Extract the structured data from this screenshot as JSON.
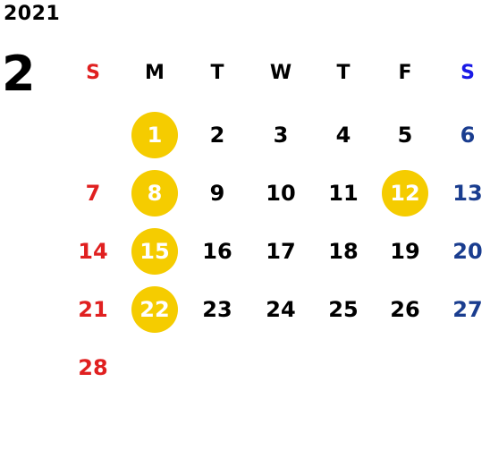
{
  "year": "2021",
  "month": "2",
  "weekday_headers": [
    "S",
    "M",
    "T",
    "W",
    "T",
    "F",
    "S"
  ],
  "weeks": [
    [
      "",
      "1",
      "2",
      "3",
      "4",
      "5",
      "6"
    ],
    [
      "7",
      "8",
      "9",
      "10",
      "11",
      "12",
      "13"
    ],
    [
      "14",
      "15",
      "16",
      "17",
      "18",
      "19",
      "20"
    ],
    [
      "21",
      "22",
      "23",
      "24",
      "25",
      "26",
      "27"
    ],
    [
      "28",
      "",
      "",
      "",
      "",
      "",
      ""
    ]
  ],
  "highlighted_days": [
    "1",
    "8",
    "12",
    "15",
    "22"
  ],
  "colors": {
    "sunday": "#e02020",
    "saturday": "#1a3d8f",
    "saturday_header": "#1a1ae6",
    "weekday": "#000000",
    "highlight": "#f5cc00",
    "highlight_text": "#ffffff"
  }
}
